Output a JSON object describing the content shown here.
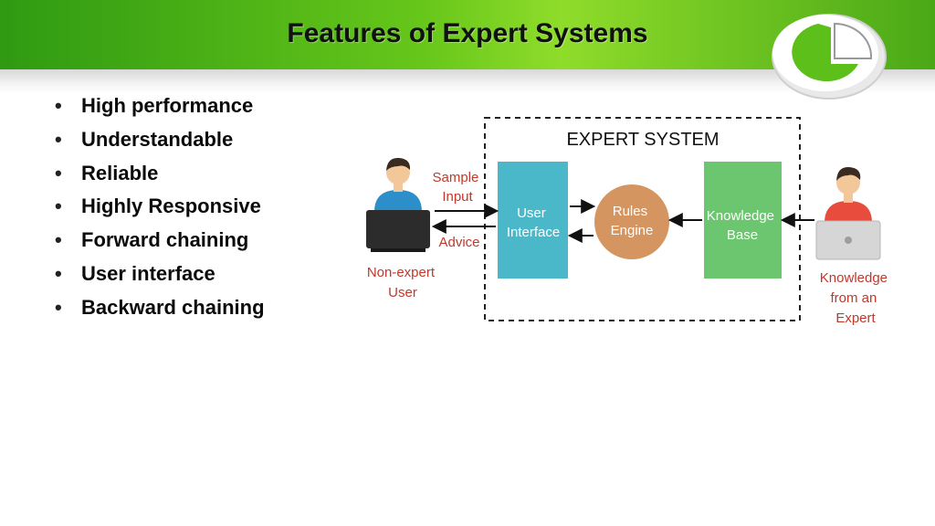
{
  "slide": {
    "title": "Features of Expert Systems"
  },
  "features": [
    "High performance",
    "Understandable",
    "Reliable",
    "Highly Responsive",
    "Forward chaining",
    "User interface",
    "Backward chaining"
  ],
  "diagram": {
    "system_title": "EXPERT SYSTEM",
    "user_interface": [
      "User",
      "Interface"
    ],
    "rules_engine": [
      "Rules",
      "Engine"
    ],
    "knowledge_base": [
      "Knowledge",
      "Base"
    ],
    "sample_input": [
      "Sample",
      "Input"
    ],
    "advice": "Advice",
    "non_expert_user": [
      "Non-expert",
      "User"
    ],
    "knowledge_expert": [
      "Knowledge",
      "from an",
      "Expert"
    ]
  },
  "colors": {
    "header_green": "#5cbf1a",
    "ui_box": "#4bb8c9",
    "rules_circle": "#d49561",
    "kb_box": "#6cc66f",
    "label_red": "#c0392b"
  }
}
